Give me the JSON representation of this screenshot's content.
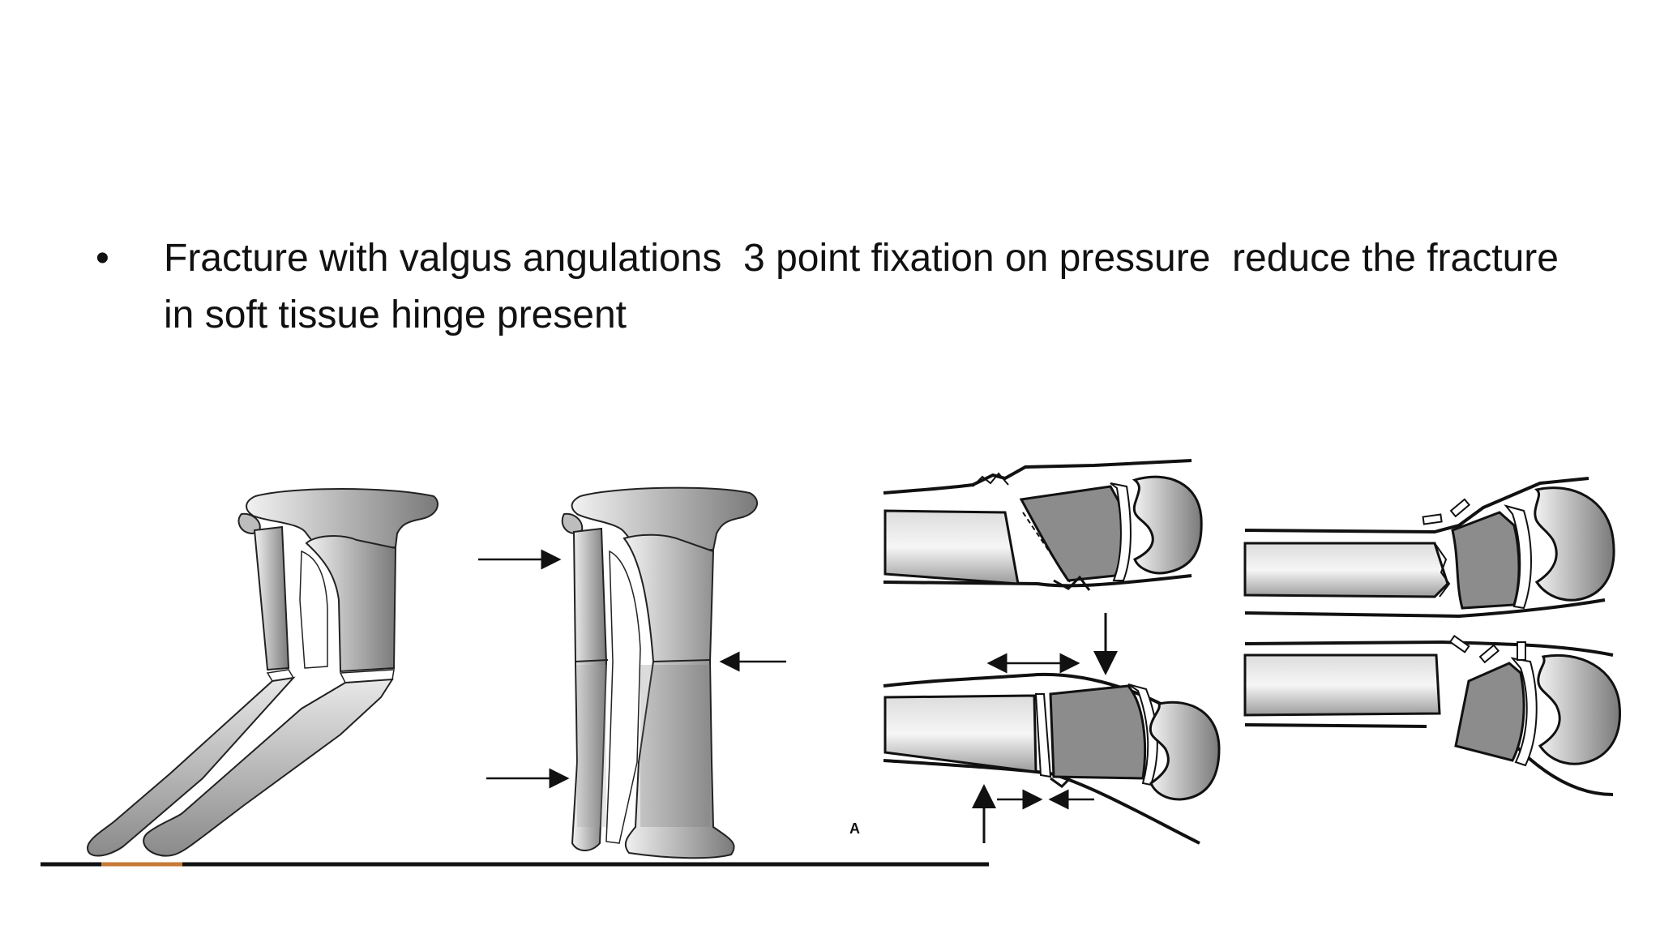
{
  "slide": {
    "bullet_symbol": "•",
    "bullet_text": "Fracture with valgus angulations  3 point fixation on pressure  reduce the fracture  in soft tissue hinge present"
  },
  "figure": {
    "panel_label": "A",
    "description_icon": "fracture-reduction-illustration"
  }
}
